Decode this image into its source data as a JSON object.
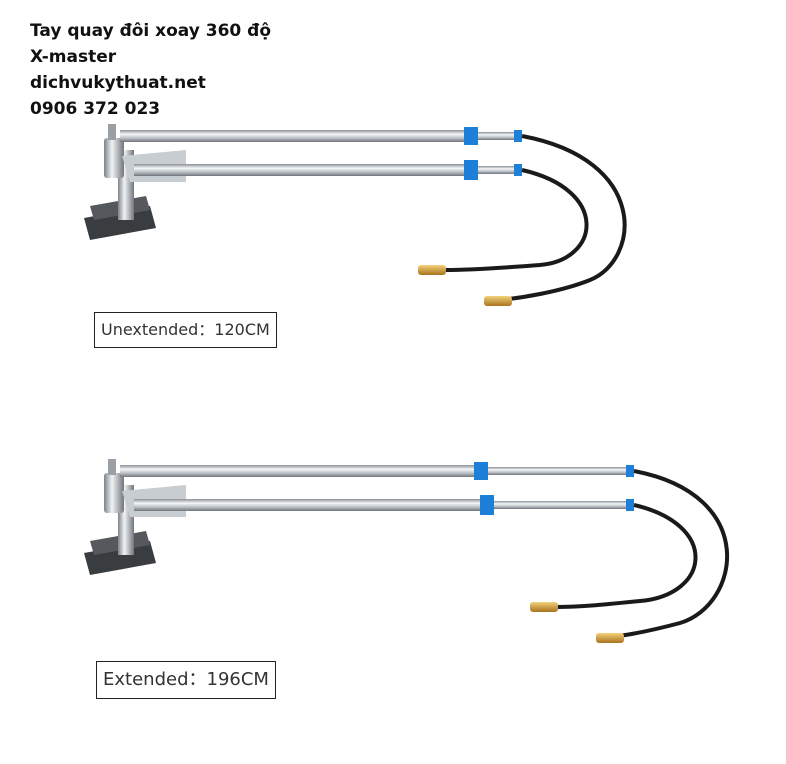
{
  "header": {
    "title": "Tay quay đôi xoay 360 độ X-master",
    "website": "dichvukythuat.net",
    "phone": "0906 372 023"
  },
  "labels": {
    "unextended": "Unextended：120CM",
    "extended": "Extended：196CM"
  },
  "colors": {
    "accent_blue": "#1e7fd8",
    "hose": "#1a1a1a",
    "brass": "#d9a441",
    "steel": "#c9ced4"
  }
}
